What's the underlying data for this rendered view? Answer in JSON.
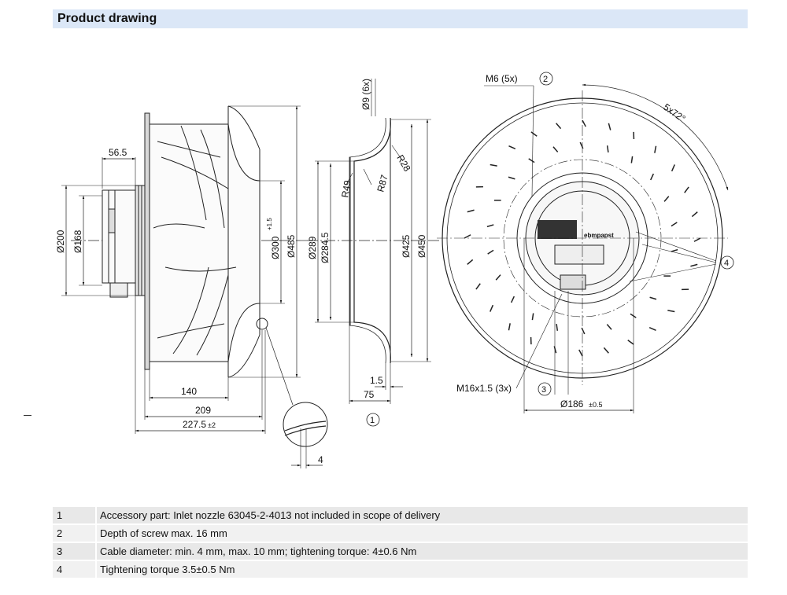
{
  "header": {
    "title": "Product drawing"
  },
  "dimensions": {
    "side_view": {
      "d_56_5": "56.5",
      "d_200": "Ø200",
      "d_168": "Ø168",
      "d_300": "Ø300",
      "d_300_tol": "+1.5",
      "d_485": "Ø485",
      "d_140": "140",
      "d_209": "209",
      "d_227_5": "227.5",
      "d_227_5_tol": "±2",
      "d_4": "4"
    },
    "nozzle_view": {
      "d_9": "Ø9 (6x)",
      "r28": "R28",
      "r87": "R87",
      "r49": "R49",
      "d_289": "Ø289",
      "d_284_5": "Ø284.5",
      "d_425": "Ø425",
      "d_450": "Ø450",
      "d_1_5": "1.5",
      "d_75": "75",
      "callout_1": "1"
    },
    "front_view": {
      "m6": "M6 (5x)",
      "callout_2": "2",
      "angle": "5x72°",
      "callout_4": "4",
      "m16": "M16x1.5 (3x)",
      "callout_3": "3",
      "d_186": "Ø186",
      "d_186_tol": "±0.5",
      "brand": "ebmpapst"
    }
  },
  "notes": [
    {
      "num": "1",
      "text": "Accessory part: Inlet nozzle 63045-2-4013 not included in scope of delivery"
    },
    {
      "num": "2",
      "text": "Depth of screw max. 16 mm"
    },
    {
      "num": "3",
      "text": "Cable diameter: min. 4 mm, max. 10 mm; tightening torque: 4±0.6 Nm"
    },
    {
      "num": "4",
      "text": "Tightening torque 3.5±0.5 Nm"
    }
  ]
}
